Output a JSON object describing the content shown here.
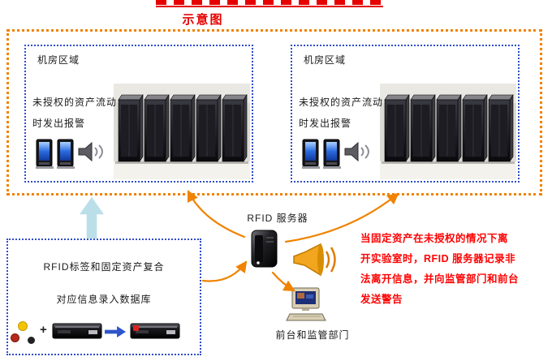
{
  "title": {
    "subtitle": "示意图"
  },
  "rooms": [
    {
      "label": "机房区域",
      "alert_line1": "未授权的资产流动",
      "alert_line2": "时发出报警"
    },
    {
      "label": "机房区域",
      "alert_line1": "未授权的资产流动",
      "alert_line2": "时发出报警"
    }
  ],
  "server": {
    "label": "RFID 服务器"
  },
  "warning": {
    "lines": [
      "当固定资产在未授权的情况下离",
      "开实验室时，RFID 服务器记录非",
      "法离开信息，并向监管部门和前台",
      "发送警告"
    ]
  },
  "registration": {
    "title": "RFID标签和固定资产复合",
    "subtitle": "对应信息录入数据库",
    "plus_sign": "+"
  },
  "frontdesk": {
    "label": "前台和监管部门"
  },
  "colors": {
    "boundary_orange": "#f08300",
    "box_blue": "#2f4ec7",
    "warning_red": "#ff0000",
    "up_arrow_cyan": "#badfe8"
  },
  "icons": {
    "rfid_gate": "gate-panels",
    "room_speaker": "speaker",
    "rfid_server": "server-tower",
    "alarm_megaphone": "megaphone",
    "frontdesk_computer": "desktop-computer",
    "asset_reader": "black-device",
    "flow_arrow": "orange-curved-arrow",
    "up_arrow": "cyan-block-arrow"
  }
}
